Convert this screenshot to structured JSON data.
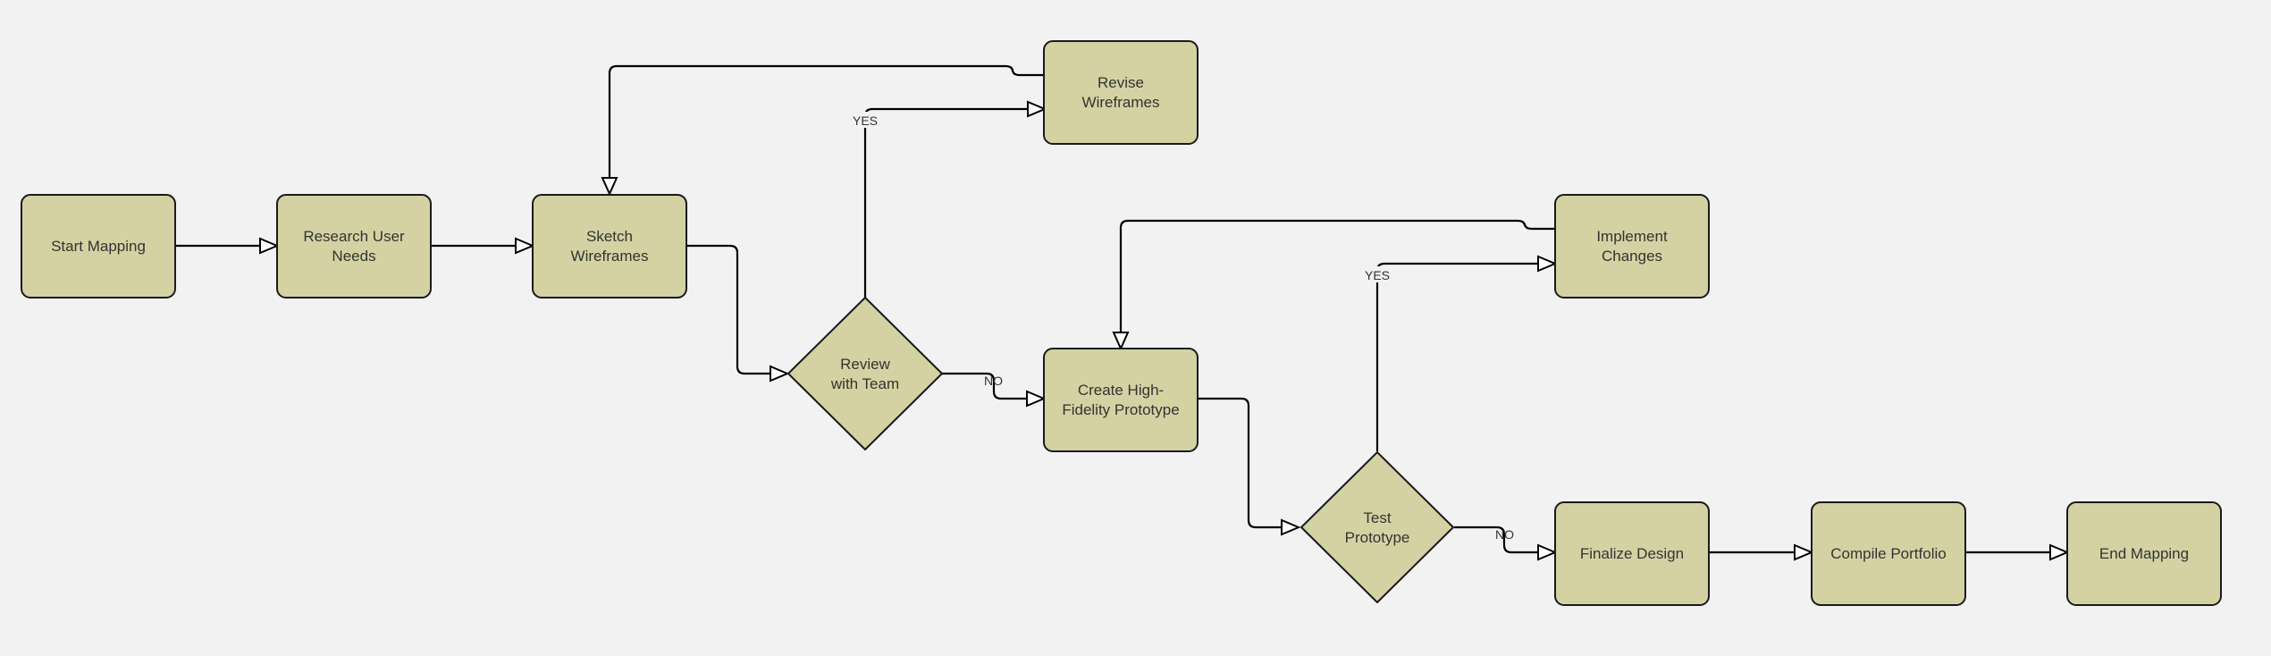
{
  "colors": {
    "background": "#f2f2f2",
    "node_fill": "#d4d2a2",
    "node_stroke": "#1a1a1a",
    "edge": "#000000",
    "text": "#333333"
  },
  "nodes": {
    "start": {
      "lines": [
        "Start Mapping"
      ]
    },
    "research": {
      "lines": [
        "Research User",
        "Needs"
      ]
    },
    "sketch": {
      "lines": [
        "Sketch",
        "Wireframes"
      ]
    },
    "review": {
      "lines": [
        "Review",
        "with Team"
      ]
    },
    "revise": {
      "lines": [
        "Revise",
        "Wireframes"
      ]
    },
    "prototype": {
      "lines": [
        "Create High-",
        "Fidelity Prototype"
      ]
    },
    "implement": {
      "lines": [
        "Implement",
        "Changes"
      ]
    },
    "test": {
      "lines": [
        "Test",
        "Prototype"
      ]
    },
    "finalize": {
      "lines": [
        "Finalize Design"
      ]
    },
    "compile": {
      "lines": [
        "Compile Portfolio"
      ]
    },
    "end": {
      "lines": [
        "End Mapping"
      ]
    }
  },
  "edge_labels": {
    "review_yes": "YES",
    "review_no": "NO",
    "test_yes": "YES",
    "test_no": "NO"
  }
}
